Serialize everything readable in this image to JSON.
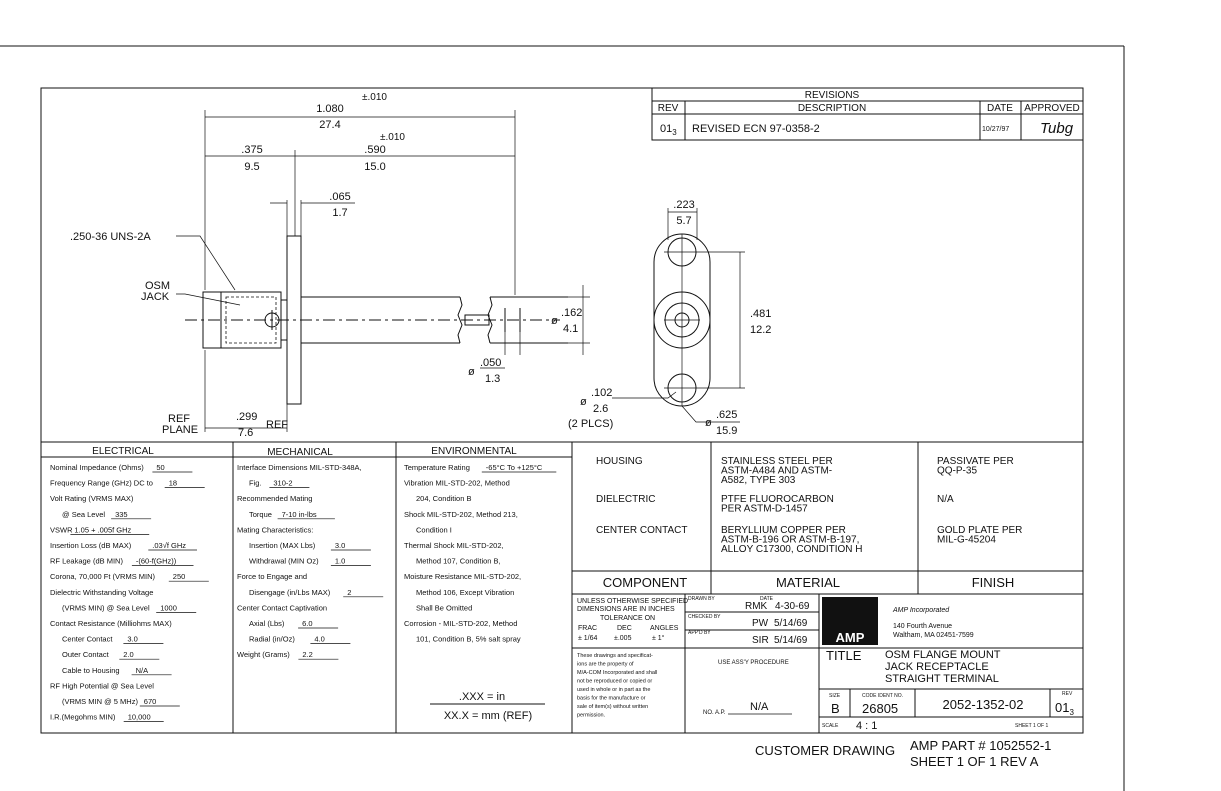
{
  "revisions": {
    "title": "REVISIONS",
    "headers": {
      "rev": "REV",
      "description": "DESCRIPTION",
      "date": "DATE",
      "approved": "APPROVED"
    },
    "rows": [
      {
        "rev": "01",
        "rev_sub": "3",
        "description": "REVISED ECN 97-0358-2",
        "date": "10/27/97",
        "approved": "Tubg"
      }
    ]
  },
  "side_view": {
    "overall_tol": "±.010",
    "overall_in": "1.080",
    "overall_mm": "27.4",
    "seg_tol": ".010",
    "seg1_in": ".375",
    "seg1_mm": "9.5",
    "seg2_in": ".590",
    "seg2_mm": "15.0",
    "flange_in": ".065",
    "flange_mm": "1.7",
    "thread": ".250-36 UNS-2A",
    "osm_line1": "OSM",
    "osm_line2": "JACK",
    "pin_in": ".162",
    "pin_mm": "4.1",
    "pin_dia_prefix": "ø",
    "tip_in": ".050",
    "tip_mm": "1.3",
    "tip_dia_prefix": "ø",
    "ref_plane_1": "REF",
    "ref_plane_2": "PLANE",
    "ref_dim_in": ".299",
    "ref_dim_mm": "7.6",
    "ref_label": "REF"
  },
  "front_view": {
    "width_in": ".223",
    "width_mm": "5.7",
    "height_in": ".481",
    "height_mm": "12.2",
    "hole_prefix": "ø",
    "hole_in": ".102",
    "hole_mm": "2.6",
    "hole_note": "(2 PLCS)",
    "outer_prefix": "ø",
    "outer_in": ".625",
    "outer_mm": "15.9"
  },
  "electrical": {
    "title": "ELECTRICAL",
    "items": [
      {
        "label": "Nominal Impedance (Ohms)",
        "value": "50",
        "indent": false
      },
      {
        "label": "Frequency Range (GHz) DC to",
        "value": "18",
        "indent": false
      },
      {
        "label": "Volt Rating (VRMS MAX)",
        "value": "",
        "indent": false
      },
      {
        "label": "@ Sea Level",
        "value": "335",
        "indent": true
      },
      {
        "label": "VSWR",
        "value": "1.05 + .005f GHz",
        "indent": false
      },
      {
        "label": "Insertion Loss (dB MAX)",
        "value": ".03√f GHz",
        "indent": false
      },
      {
        "label": "RF Leakage (dB MIN)",
        "value": "-(60-f(GHz))",
        "indent": false
      },
      {
        "label": "Corona, 70,000 Ft (VRMS MIN)",
        "value": "250",
        "indent": false
      },
      {
        "label": "Dielectric Withstanding Voltage",
        "value": "",
        "indent": false
      },
      {
        "label": "(VRMS MIN) @ Sea Level",
        "value": "1000",
        "indent": true
      },
      {
        "label": "Contact Resistance (Milliohms MAX)",
        "value": "",
        "indent": false
      },
      {
        "label": "Center Contact",
        "value": "3.0",
        "indent": true
      },
      {
        "label": "Outer Contact",
        "value": "2.0",
        "indent": true
      },
      {
        "label": "Cable to Housing",
        "value": "N/A",
        "indent": true
      },
      {
        "label": "RF High Potential @ Sea Level",
        "value": "",
        "indent": false
      },
      {
        "label": "(VRMS MIN @ 5 MHz)",
        "value": "670",
        "indent": true
      },
      {
        "label": "I.R.(Megohms MIN)",
        "value": "10,000",
        "indent": false
      }
    ]
  },
  "mechanical": {
    "title": "MECHANICAL",
    "items": [
      {
        "label": "Interface Dimensions MIL-STD-348A,",
        "value": "",
        "indent": false
      },
      {
        "label": "Fig.",
        "value": "310-2",
        "indent": true
      },
      {
        "label": "Recommended Mating",
        "value": "",
        "indent": false
      },
      {
        "label": "Torque",
        "value": "7-10 in-lbs",
        "indent": true
      },
      {
        "label": "Mating Characteristics:",
        "value": "",
        "indent": false
      },
      {
        "label": "Insertion (MAX Lbs)",
        "value": "3.0",
        "indent": true
      },
      {
        "label": "Withdrawal (MIN Oz)",
        "value": "1.0",
        "indent": true
      },
      {
        "label": "Force to Engage and",
        "value": "",
        "indent": false
      },
      {
        "label": "Disengage (in/Lbs MAX)",
        "value": "2",
        "indent": true
      },
      {
        "label": "Center Contact Captivation",
        "value": "",
        "indent": false
      },
      {
        "label": "Axial (Lbs)",
        "value": "6.0",
        "indent": true
      },
      {
        "label": "Radial (in/Oz)",
        "value": "4.0",
        "indent": true
      },
      {
        "label": "Weight (Grams)",
        "value": "2.2",
        "indent": false
      }
    ]
  },
  "environmental": {
    "title": "ENVIRONMENTAL",
    "items": [
      {
        "label": "Temperature Rating",
        "value": "-65°C To +125°C",
        "indent": false
      },
      {
        "label": "Vibration MIL-STD-202, Method",
        "value": "",
        "indent": false
      },
      {
        "label": "204, Condition B",
        "value": "",
        "indent": true
      },
      {
        "label": "Shock MIL-STD-202, Method 213,",
        "value": "",
        "indent": false
      },
      {
        "label": "Condition I",
        "value": "",
        "indent": true
      },
      {
        "label": "Thermal Shock MIL-STD-202,",
        "value": "",
        "indent": false
      },
      {
        "label": "Method 107, Condition B,",
        "value": "",
        "indent": true
      },
      {
        "label": "Moisture Resistance MIL-STD-202,",
        "value": "",
        "indent": false
      },
      {
        "label": "Method 106, Except Vibration",
        "value": "",
        "indent": true
      },
      {
        "label": "Shall Be Omitted",
        "value": "",
        "indent": true
      },
      {
        "label": "Corrosion - MIL-STD-202, Method",
        "value": "",
        "indent": false
      },
      {
        "label": "101, Condition B, 5% salt spray",
        "value": "",
        "indent": true
      }
    ],
    "units_line1": ".XXX  =  in",
    "units_line2": "XX.X  =  mm  (REF)"
  },
  "materials": {
    "rows": [
      {
        "component": "HOUSING",
        "material": [
          "STAINLESS STEEL PER",
          "ASTM-A484 AND ASTM-",
          "A582, TYPE 303"
        ],
        "finish": [
          "PASSIVATE PER",
          "QQ-P-35"
        ]
      },
      {
        "component": "DIELECTRIC",
        "material": [
          "PTFE FLUOROCARBON",
          "PER ASTM-D-1457"
        ],
        "finish": [
          "N/A"
        ]
      },
      {
        "component": "CENTER CONTACT",
        "material": [
          "BERYLLIUM COPPER PER",
          "ASTM-B-196 OR ASTM-B-197,",
          "ALLOY C17300, CONDITION H"
        ],
        "finish": [
          "GOLD PLATE PER",
          "MIL-G-45204"
        ]
      }
    ],
    "headers": {
      "component": "COMPONENT",
      "material": "MATERIAL",
      "finish": "FINISH"
    }
  },
  "title_block": {
    "tolerance_title": [
      "UNLESS OTHERWISE SPECIFIED",
      "DIMENSIONS ARE IN INCHES",
      "TOLERANCE ON"
    ],
    "tol_headers": [
      "FRAC",
      "DEC",
      "ANGLES"
    ],
    "tol_values": [
      "± 1/64",
      "±.005",
      "± 1°"
    ],
    "drawn_label": "DRAWN BY",
    "date_label": "DATE",
    "drawn_by": "RMK",
    "drawn_date": "4-30-69",
    "checked_label": "CHECKED BY",
    "checked_by": "PW",
    "checked_date": "5/14/69",
    "approved_label": "APP'D BY",
    "approved_by": "SIR",
    "approved_date": "5/14/69",
    "logo": "AMP",
    "company": "AMP Incorporated",
    "address1": "140 Fourth Avenue",
    "address2": "Waltham, MA 02451-7599",
    "notice": [
      "These drawings and specificat-",
      "ions are the property of",
      "M/A-COM Incorporated and shall",
      "not be reproduced or copied or",
      "used in whole or in part as the",
      "basis for the manufacture or",
      "sale of item(s) without written",
      "permission."
    ],
    "use_assy": "USE ASS'Y PROCEDURE",
    "no_ap_label": "NO. A.P.",
    "no_ap": "N/A",
    "title_label": "TITLE",
    "title_lines": [
      "OSM FLANGE MOUNT",
      "JACK RECEPTACLE",
      "STRAIGHT TERMINAL"
    ],
    "size_label": "SIZE",
    "size": "B",
    "code_label": "CODE IDENT NO.",
    "code": "26805",
    "drawing_no": "2052-1352-02",
    "rev_label": "REV",
    "rev": "01",
    "rev_sub": "3",
    "scale_label": "SCALE",
    "scale": "4 : 1",
    "sheet_small": "SHEET 1 OF 1"
  },
  "footer": {
    "customer": "CUSTOMER DRAWING",
    "part": "AMP PART # 1052552-1",
    "sheet": "SHEET 1 OF 1  REV A"
  }
}
